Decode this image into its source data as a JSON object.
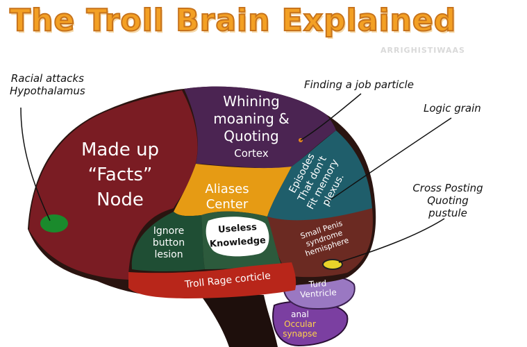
{
  "title": "The Troll Brain Explained",
  "watermark": "ARRIGHISTIWAAS",
  "callouts": {
    "hypothalamus": [
      "Racial attacks",
      "Hypothalamus"
    ],
    "job_particle": "Finding a job particle",
    "logic_grain": "Logic grain",
    "cross_posting": [
      "Cross Posting",
      "Quoting",
      "pustule"
    ]
  },
  "regions": {
    "facts_node": [
      "Made up",
      "“Facts”",
      "Node"
    ],
    "whining_cortex": [
      "Whining",
      "moaning &",
      "Quoting",
      "Cortex"
    ],
    "aliases_center": [
      "Aliases",
      "Center"
    ],
    "episodes_plexus": [
      "Episodes",
      "That don't",
      "Fit memory",
      "plexus."
    ],
    "ignore_lesion": [
      "Ignore",
      "button",
      "lesion"
    ],
    "useless_knowledge": [
      "Useless",
      "Knowledge"
    ],
    "small_penis": [
      "Small Penis",
      "syndrome",
      "hemisphere"
    ],
    "troll_rage": "Troll Rage corticle",
    "turd_ventricle": [
      "Turd",
      "Ventricle"
    ],
    "anal_synapse": [
      "anal",
      "Occular",
      "synapse"
    ]
  },
  "colors": {
    "title": "#f3a024",
    "facts_node": "#7a1c23",
    "whining_cortex": "#4b2452",
    "aliases_center": "#e69b14",
    "episodes_plexus": "#1f5e6b",
    "ignore_lesion": "#1f4e34",
    "small_penis": "#6b2a22",
    "troll_rage": "#b8261a",
    "turd_ventricle": "#9a78c2",
    "anal_synapse": "#7b3fa1",
    "brainstem": "#1e0f0c",
    "green_spot": "#1a8a2c",
    "yellow_spot": "#e8d32a"
  }
}
